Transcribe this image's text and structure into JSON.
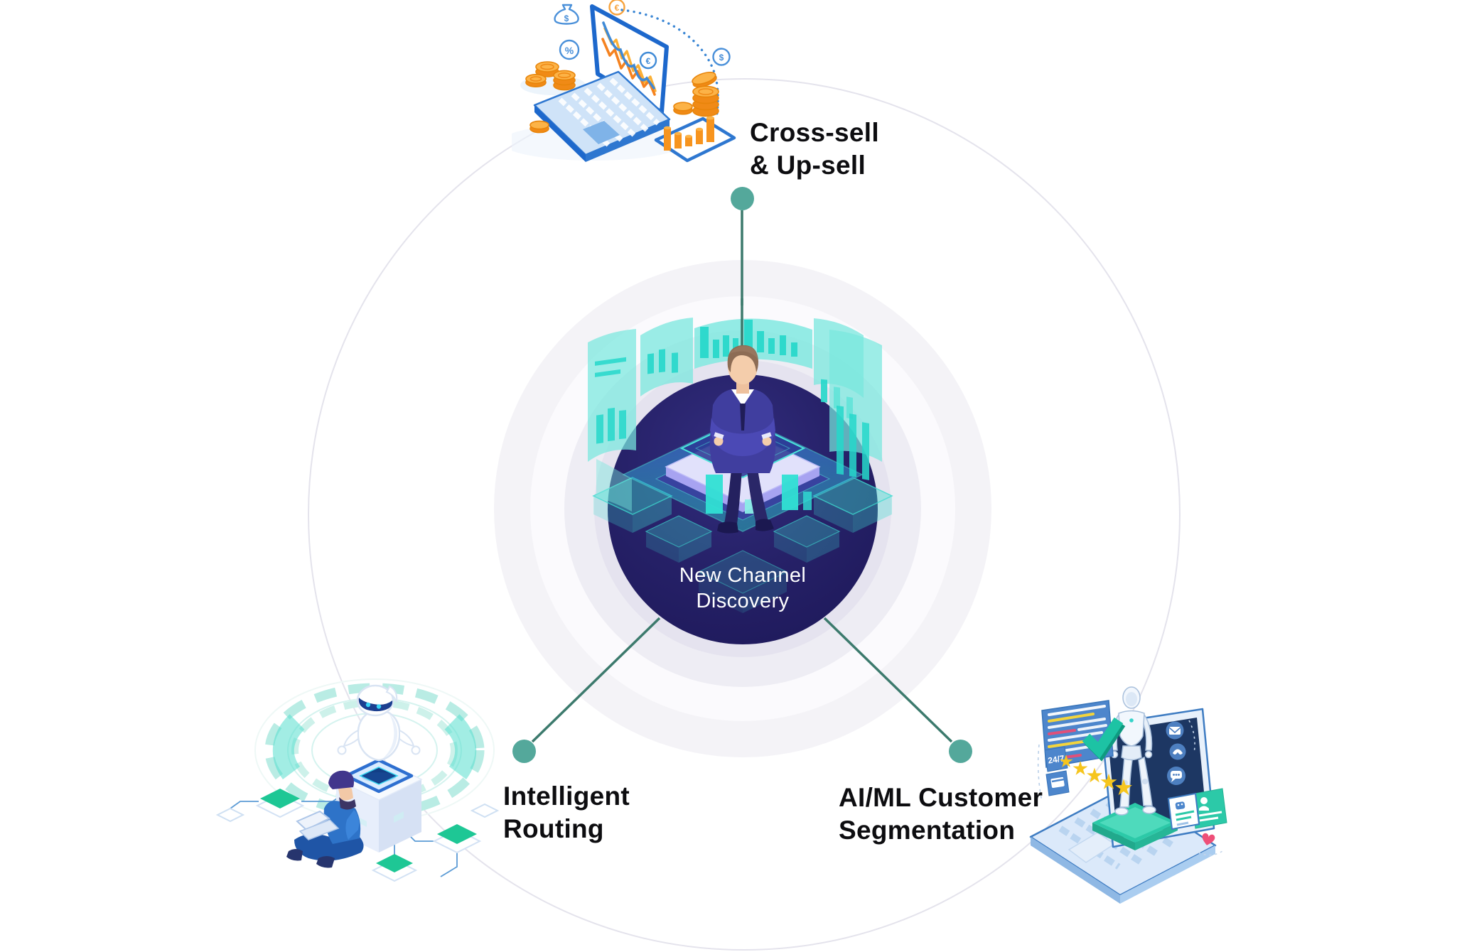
{
  "center": {
    "line1": "New Channel",
    "line2": "Discovery"
  },
  "nodes": {
    "top": {
      "line1": "Cross-sell",
      "line2": "& Up-sell"
    },
    "bottom_left": {
      "line1": "Intelligent",
      "line2": "Routing"
    },
    "bottom_right": {
      "line1": "AI/ML Customer",
      "line2": "Segmentation"
    }
  },
  "illustrations": {
    "top": {
      "name": "cross-sell-laptop-coins",
      "bag_symbol": "$",
      "euro_symbol": "€",
      "percent_symbol": "%",
      "dollar_symbol": "$",
      "screen_euro": "€"
    },
    "bottom_left": {
      "name": "intelligent-routing-robot"
    },
    "bottom_right": {
      "name": "ai-ml-robot-laptop",
      "badge_247": "24/7",
      "star_count": 5
    }
  },
  "colors": {
    "connector_line": "#3c7a6d",
    "connector_dot": "#54a89b",
    "dark_circle": "#262168",
    "holo_teal": "#2fd9cd",
    "label_text": "#0d0d10",
    "center_text": "#ffffff",
    "coin_orange": "#f7941e",
    "illustration_blue": "#2e73c8",
    "chip_green": "#1ec795",
    "star_yellow": "#f6c51d",
    "heart_pink": "#ee4f78"
  }
}
